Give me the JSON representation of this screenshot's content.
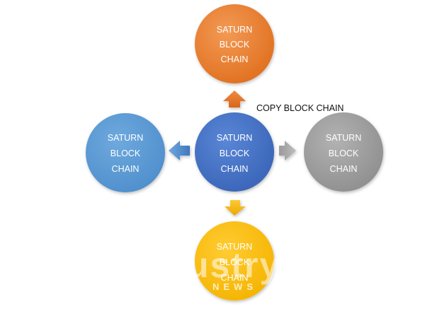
{
  "nodes": {
    "top": {
      "lines": [
        "SATURN",
        "BLOCK",
        "CHAIN"
      ],
      "color": "#ED7D31"
    },
    "center": {
      "lines": [
        "SATURN",
        "BLOCK",
        "CHAIN"
      ],
      "color": "#4472C4"
    },
    "left": {
      "lines": [
        "SATURN",
        "BLOCK",
        "CHAIN"
      ],
      "color": "#5B9BD5"
    },
    "right": {
      "lines": [
        "SATURN",
        "BLOCK",
        "CHAIN"
      ],
      "color": "#A5A5A5"
    },
    "bottom": {
      "lines": [
        "SATURN",
        "BLOCK",
        "CHAIN"
      ],
      "color": "#FFC000"
    }
  },
  "copy_label": "COPY BLOCK CHAIN",
  "arrows": {
    "up": "#ED7D31",
    "left": "#5B9BD5",
    "right": "#A5A5A5",
    "down": "#FFC000"
  },
  "watermark": {
    "main": "ustry",
    "sub": "NEWS"
  }
}
